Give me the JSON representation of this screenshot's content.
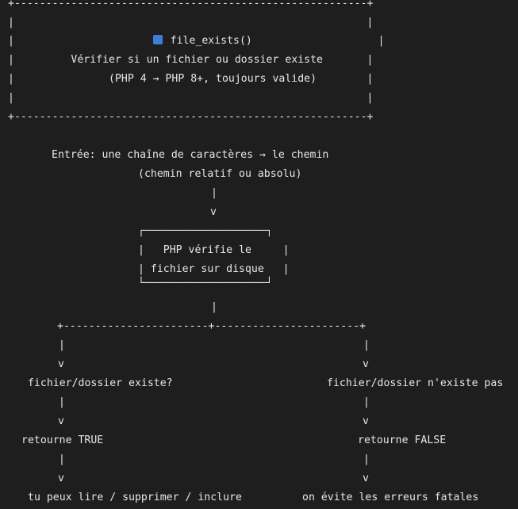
{
  "colors": {
    "background": "#1e1e1e",
    "text": "#e6e6e6",
    "title_square": "#3d7fd6"
  },
  "icons": {
    "title_marker": "blue-square-icon"
  },
  "header_box": {
    "top_border": "+--------------------------------------------------------+",
    "empty_line_1": "|                                                        |",
    "title_left": "|                      ",
    "title_text": "file_exists()",
    "title_right": "                    |",
    "subtitle": "|         Vérifier si un fichier ou dossier existe       |",
    "version": "|               (PHP 4 → PHP 8+, toujours valide)        |",
    "empty_line_2": "|                                                        |",
    "bottom_border": "+--------------------------------------------------------+"
  },
  "input": {
    "line1": "Entrée: une chaîne de caractères → le chemin",
    "line2": "(chemin relatif ou absolu)"
  },
  "connector_pipe": "|",
  "connector_arrow": "v",
  "check_box": {
    "top": "┌─────────────────────┐",
    "line1": "|   PHP vérifie le     |",
    "line2": "| fichier sur disque   |",
    "bottom": "└─────────────────────┘"
  },
  "split_line": "+-----------------------+-----------------------+",
  "left_branch": {
    "condition": "fichier/dossier existe?",
    "result": "retourne TRUE",
    "consequence": "tu peux lire / supprimer / inclure"
  },
  "right_branch": {
    "condition": "fichier/dossier n'existe pas",
    "result": "retourne FALSE",
    "consequence": "on évite les erreurs fatales"
  }
}
